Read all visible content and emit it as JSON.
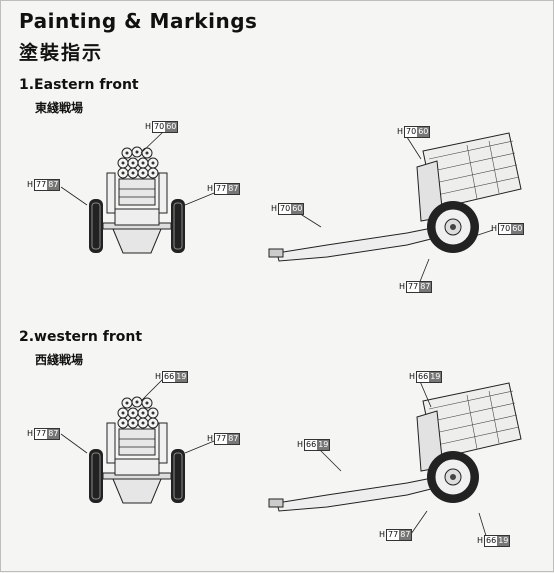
{
  "header": {
    "title": "Painting & Markings",
    "subtitle": "塗裝指示"
  },
  "sections": [
    {
      "title": "1.Eastern front",
      "subtitle": "東綫戦場",
      "callouts": [
        {
          "prefix": "H",
          "a": "70",
          "b": "60"
        },
        {
          "prefix": "H",
          "a": "77",
          "b": "87"
        },
        {
          "prefix": "H",
          "a": "77",
          "b": "87"
        },
        {
          "prefix": "H",
          "a": "70",
          "b": "60"
        },
        {
          "prefix": "H",
          "a": "70",
          "b": "60"
        },
        {
          "prefix": "H",
          "a": "70",
          "b": "60"
        },
        {
          "prefix": "H",
          "a": "77",
          "b": "87"
        }
      ]
    },
    {
      "title": "2.western front",
      "subtitle": "西綫戦場",
      "callouts": [
        {
          "prefix": "H",
          "a": "66",
          "b": "19"
        },
        {
          "prefix": "H",
          "a": "77",
          "b": "87"
        },
        {
          "prefix": "H",
          "a": "77",
          "b": "87"
        },
        {
          "prefix": "H",
          "a": "66",
          "b": "19"
        },
        {
          "prefix": "H",
          "a": "66",
          "b": "19"
        },
        {
          "prefix": "H",
          "a": "77",
          "b": "87"
        },
        {
          "prefix": "H",
          "a": "66",
          "b": "19"
        }
      ]
    }
  ]
}
